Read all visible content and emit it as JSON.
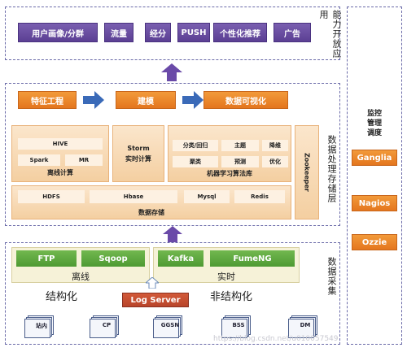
{
  "capability_layer": {
    "label": "能力开放应用",
    "items": [
      "用户画像/分群",
      "流量",
      "经分",
      "PUSH",
      "个性化推荐",
      "广告"
    ]
  },
  "processing_layer": {
    "label": "数据处理存储层",
    "flow": [
      "特征工程",
      "建模",
      "数据可视化"
    ],
    "offline": {
      "title": "离线计算",
      "hive": "HIVE",
      "spark": "Spark",
      "mr": "MR"
    },
    "storm": {
      "line1": "Storm",
      "line2": "实时计算"
    },
    "ml": {
      "title": "机器学习算法库",
      "cells": [
        "分类/回归",
        "主题",
        "降维",
        "聚类",
        "预测",
        "优化"
      ]
    },
    "zookeeper": "Zookeeper",
    "storage": {
      "title": "数据存储",
      "items": [
        "HDFS",
        "Hbase",
        "Mysql",
        "Redis"
      ]
    }
  },
  "collection_layer": {
    "label": "数据采集",
    "offline": {
      "tools": [
        "FTP",
        "Sqoop"
      ],
      "label": "离线"
    },
    "realtime": {
      "tools": [
        "Kafka",
        "FumeNG"
      ],
      "label": "实时"
    },
    "structured": "结构化",
    "unstructured": "非结构化",
    "log_server": "Log Server",
    "sources": [
      "站内",
      "CP",
      "GGSN",
      "BSS",
      "DM"
    ]
  },
  "monitor": {
    "title_lines": [
      "监控",
      "管理",
      "调度"
    ],
    "tools": [
      "Ganglia",
      "Nagios",
      "Ozzie"
    ]
  },
  "watermark": "https://blog.csdn.net/u010057549"
}
